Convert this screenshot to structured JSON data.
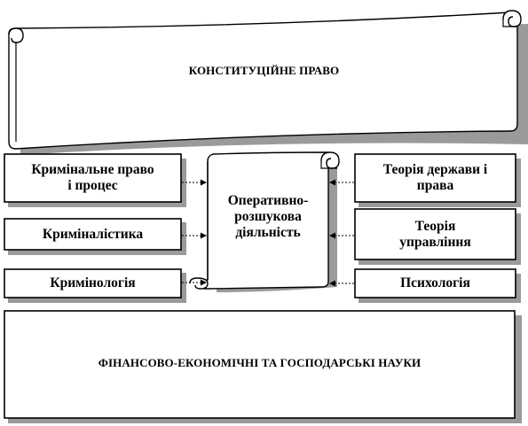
{
  "top_banner": {
    "text": "КОНСТИТУЦІЙНЕ  ПРАВО"
  },
  "center_scroll": {
    "lines": [
      "Оперативно-",
      "розшукова",
      "діяльність"
    ]
  },
  "left_boxes": [
    {
      "lines": [
        "Кримінальне право",
        "і процес"
      ]
    },
    {
      "lines": [
        "Криміналістика"
      ]
    },
    {
      "lines": [
        "Кримінологія"
      ]
    }
  ],
  "right_boxes": [
    {
      "lines": [
        "Теорія держави і",
        "права"
      ]
    },
    {
      "lines": [
        "Теорія",
        "управління"
      ]
    },
    {
      "lines": [
        "Психологія"
      ]
    }
  ],
  "bottom_box": {
    "text": "ФІНАНСОВО-ЕКОНОМІЧНІ  ТА  ГОСПОДАРСЬКІ  НАУКИ"
  },
  "colors": {
    "stroke": "#000000",
    "shadow": "#9a9a9a",
    "fill": "#ffffff"
  }
}
